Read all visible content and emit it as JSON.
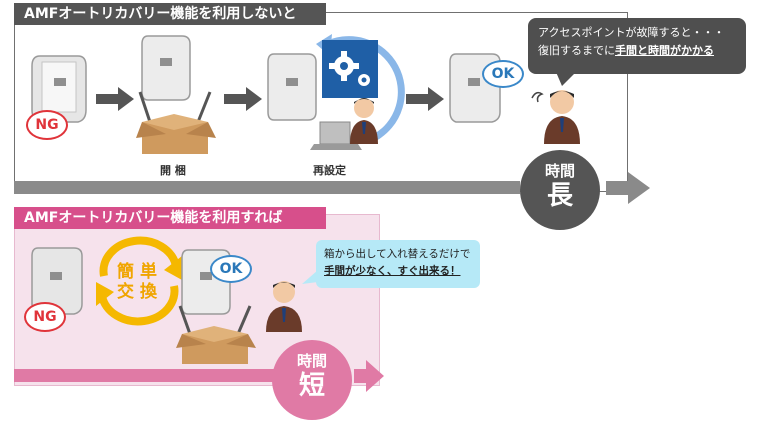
{
  "top_section": {
    "title": "AMFオートリカバリー機能を利用しないと",
    "ng_badge": "NG",
    "ok_badge": "OK",
    "step_unbox_label": "開 梱",
    "step_reconfig_label": "再設定",
    "speech": {
      "line1": "アクセスポイントが故障すると・・・",
      "line2_prefix": "復旧するまでに",
      "line2_emphasis": "手間と時間がかかる"
    },
    "time_badge": {
      "label": "時間",
      "value": "長"
    }
  },
  "bottom_section": {
    "title": "AMFオートリカバリー機能を利用すれば",
    "ng_badge": "NG",
    "ok_badge": "OK",
    "swap_line1": "簡 単",
    "swap_line2": "交 換",
    "speech": {
      "line1": "箱から出して入れ替えるだけで",
      "line2_emphasis": "手間が少なく、すぐ出来る！"
    },
    "time_badge": {
      "label": "時間",
      "value": "短"
    }
  },
  "colors": {
    "top_accent": "#555555",
    "top_timeline": "#8a8a8a",
    "bottom_accent": "#d74f8b",
    "bottom_timeline": "#e07aa5",
    "ok_blue": "#3a88c9",
    "ng_red": "#e0343a",
    "swap_orange": "#f0a500",
    "gear_panel_blue": "#1f5fa6"
  },
  "icons": [
    "access-point-icon",
    "cardboard-box-icon",
    "gear-icon",
    "laptop-icon",
    "person-icon",
    "arrow-right-icon",
    "refresh-arrow-icon",
    "swap-arrows-icon",
    "speech-bubble-icon"
  ]
}
